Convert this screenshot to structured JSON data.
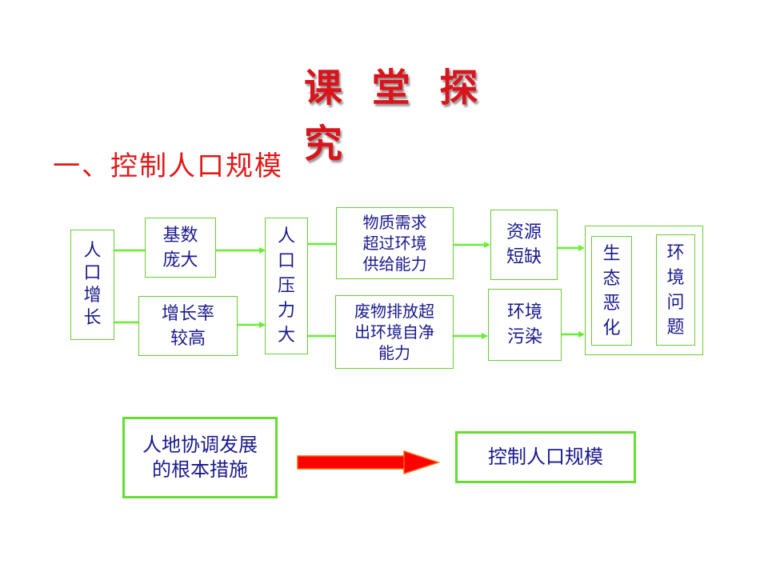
{
  "title": "课 堂 探 究",
  "heading": "一、控制人口规模",
  "boxes": {
    "population_growth": "人口增长",
    "base_large": "基数庞大",
    "growth_rate_high": "增长率较高",
    "population_pressure": "人口压力大",
    "material_demand": "物质需求超过环境供给能力",
    "waste_discharge": "废物排放超出环境自净能力",
    "resource_shortage": "资源短缺",
    "env_pollution": "环境污染",
    "eco_deterioration": "生态恶化",
    "env_problems": "环境问题",
    "root_measure": "人地协调发展的根本措施",
    "control_population": "控制人口规模"
  },
  "lines": {
    "base_large": [
      "基数",
      "庞大"
    ],
    "growth_rate_high": [
      "增长率",
      "较高"
    ],
    "material_demand": [
      "物质需求",
      "超过环境",
      "供给能力"
    ],
    "waste_discharge": [
      "废物排放超",
      "出环境自净",
      "能力"
    ],
    "resource_shortage": [
      "资源",
      "短缺"
    ],
    "env_pollution": [
      "环境",
      "污染"
    ],
    "root_measure": [
      "人地协调发展",
      "的根本措施"
    ]
  },
  "colors": {
    "title": "#d9141b",
    "heading": "#e01818",
    "box_border": "#66cc33",
    "box_text": "#1a1a8c",
    "arrow_green": "#66ee33",
    "arrow_red": "#ff0000"
  }
}
